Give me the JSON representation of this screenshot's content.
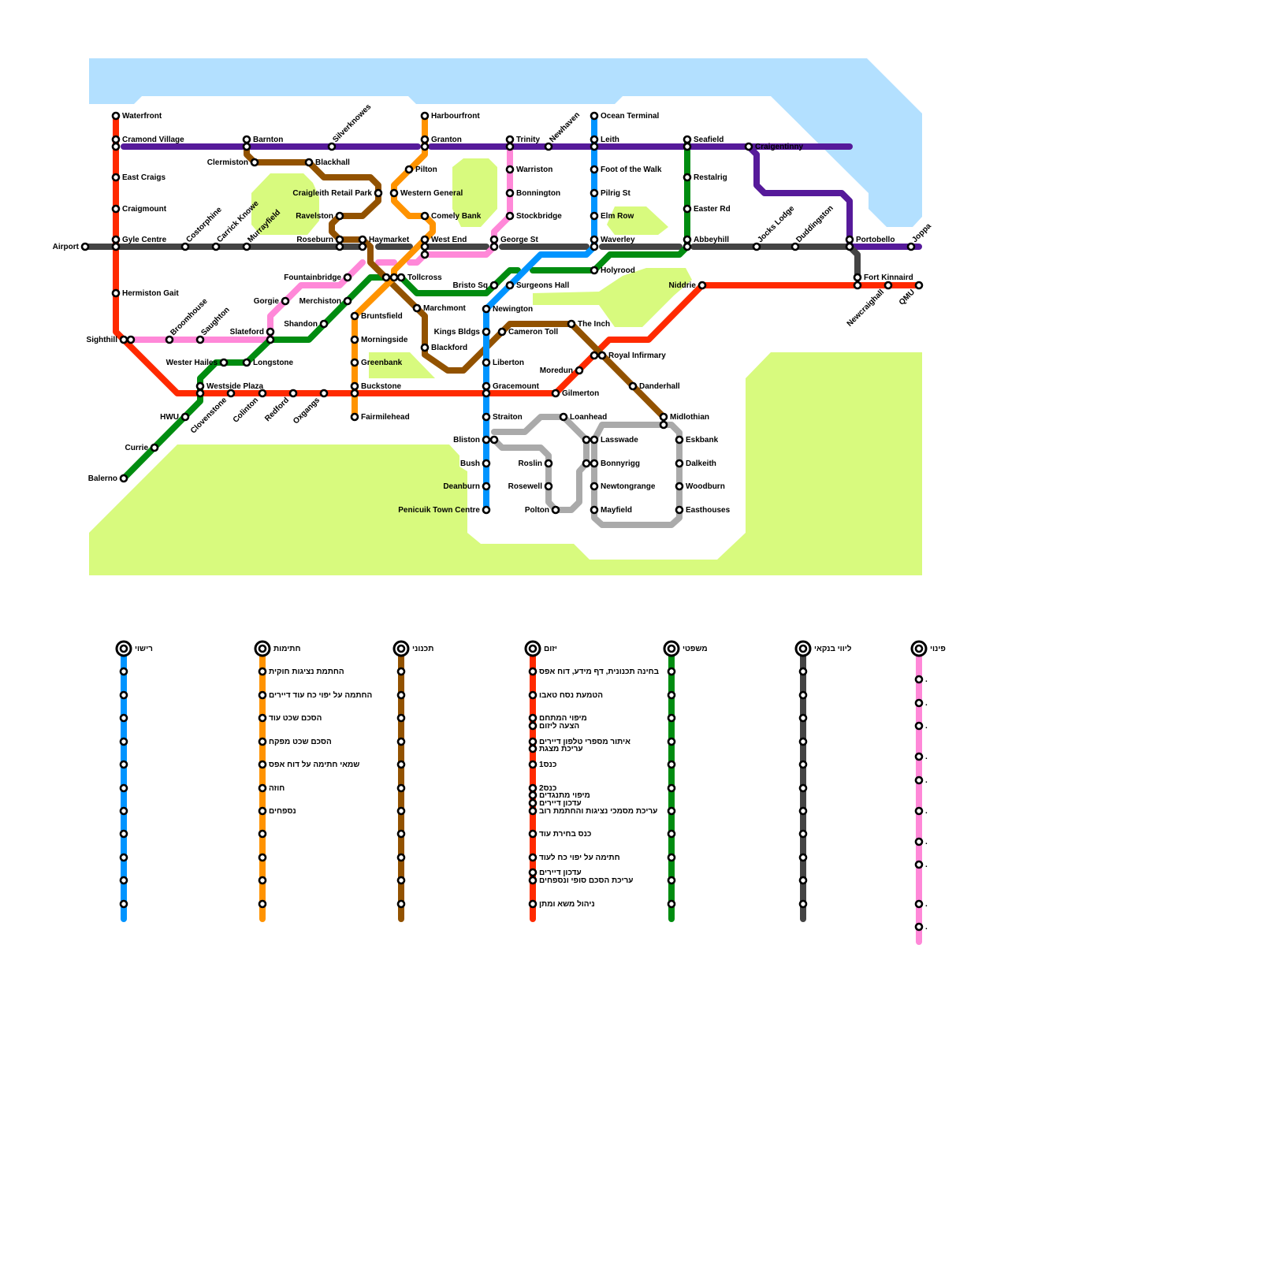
{
  "colors": {
    "water": "#b3e0ff",
    "park": "#d8fa7e",
    "red": "#ff2a00",
    "purple": "#561a9a",
    "dark": "#444444",
    "pink": "#ff88d8",
    "green": "#008c10",
    "brown": "#925200",
    "orange": "#ff9300",
    "blue": "#0094ff",
    "grey": "#aaaaaa"
  },
  "stations": {
    "waterfront": "Waterfront",
    "cramond": "Cramond Village",
    "east_craigs": "East Craigs",
    "craigmount": "Craigmount",
    "gyle": "Gyle Centre",
    "airport": "Airport",
    "hermiston": "Hermiston Gait",
    "sighthill": "Sighthill",
    "broomhouse": "Broomhouse",
    "saughton": "Saughton",
    "costorphine": "Costorphine",
    "carrick": "Carrick Knowe",
    "murrayfield": "Murrayfield",
    "barnton": "Barnton",
    "clermiston": "Clermiston",
    "blackhall": "Blackhall",
    "silverknowes": "Silverknowes",
    "craigleith": "Craigleith Retail Park",
    "ravelston": "Ravelston",
    "roseburn": "Roseburn",
    "haymarket": "Haymarket",
    "fountainbridge": "Fountainbridge",
    "gorgie": "Gorgie",
    "merchiston": "Merchiston",
    "shandon": "Shandon",
    "slateford": "Slateford",
    "wester_hailes": "Wester Hailes",
    "longstone": "Longstone",
    "westside": "Westside Plaza",
    "hwu": "HWU",
    "currie": "Currie",
    "balerno": "Balerno",
    "clovenstone": "Clovenstone",
    "colinton": "Colinton",
    "redford": "Redford",
    "oxgangs": "Oxgangs",
    "tollcross": "Tollcross",
    "bruntsfield": "Bruntsfield",
    "morningside": "Morningside",
    "greenbank": "Greenbank",
    "buckstone": "Buckstone",
    "fairmilehead": "Fairmilehead",
    "harbourfront": "Harbourfront",
    "granton": "Granton",
    "pilton": "Pilton",
    "western_general": "Western General",
    "comely": "Comely Bank",
    "west_end": "West End",
    "marchmont": "Marchmont",
    "blackford": "Blackford",
    "trinity": "Trinity",
    "newhaven": "Newhaven",
    "warriston": "Warriston",
    "bonnington": "Bonnington",
    "stockbridge": "Stockbridge",
    "george_st": "George St",
    "bristo": "Bristo Sq",
    "surgeons": "Surgeons Hall",
    "newington": "Newington",
    "kings": "Kings Bldgs",
    "cameron": "Cameron Toll",
    "liberton": "Liberton",
    "gracemount": "Gracemount",
    "straiton": "Straiton",
    "bliston": "Bliston",
    "bush": "Bush",
    "deanburn": "Deanburn",
    "penicuik": "Penicuik Town Centre",
    "ocean": "Ocean Terminal",
    "leith": "Leith",
    "fotw": "Foot of the Walk",
    "pilrig": "Pilrig St",
    "elm": "Elm Row",
    "waverley": "Waverley",
    "holyrood": "Holyrood",
    "the_inch": "The Inch",
    "moredun": "Moredun",
    "royal": "Royal Infirmary",
    "gilmerton": "Gilmerton",
    "danderhall": "Danderhall",
    "loanhead": "Loanhead",
    "lasswade": "Lasswade",
    "bonnyrigg": "Bonnyrigg",
    "roslin": "Roslin",
    "rosewell": "Rosewell",
    "polton": "Polton",
    "newtongrange": "Newtongrange",
    "mayfield": "Mayfield",
    "midlothian": "Midlothian",
    "eskbank": "Eskbank",
    "dalkeith": "Dalkeith",
    "woodburn": "Woodburn",
    "easthouses": "Easthouses",
    "niddrie": "Niddrie",
    "seafield": "Seafield",
    "restalrig": "Restalrig",
    "easter_rd": "Easter Rd",
    "abbeyhill": "Abbeyhill",
    "craigentinny": "Craigentinny",
    "jocks": "Jocks Lodge",
    "duddingston": "Duddingston",
    "portobello": "Portobello",
    "joppa": "Joppa",
    "fort_kinnaird": "Fort Kinnaird",
    "newcraighall": "Newcraighall",
    "qmu": "QMU"
  },
  "legend": [
    {
      "title": "רישוי",
      "color": "blue",
      "items": [
        "",
        "",
        "",
        "",
        "",
        "",
        "",
        "",
        "",
        "",
        ""
      ]
    },
    {
      "title": "חתימות",
      "color": "orange",
      "items": [
        "החתמת נציגות חוקית",
        "החתמה על יפוי כח עוד דיירים",
        "הסכם שכט עוד",
        "הסכם שכט מפקח",
        "שמאי חתימה על דוח אפס",
        "חוזה",
        "נספחים",
        "",
        "",
        "",
        ""
      ]
    },
    {
      "title": "תכנוני",
      "color": "brown",
      "items": [
        "",
        "",
        "",
        "",
        "",
        "",
        "",
        "",
        "",
        "",
        ""
      ]
    },
    {
      "title": "יזום",
      "color": "red",
      "items": [
        "בחינה תכנונית, דף מידע, דוח אפס",
        "הטמעת נסח טאבו",
        "מיפוי המתחם",
        "הצעה ליזום",
        "איתור מספרי טלפון דיירים",
        "עריכת מצגת",
        "כנס1",
        "כנס2",
        "מיפוי מתנגדים",
        "עדכון דיירים",
        "עריכת מסמכי נציגות והחתמת רוב",
        "כנס בחירת עוד",
        "חתימה על יפוי כח לעוד",
        "עדכון דיירים",
        "עריכת הסכם סופי ונספחים",
        "ניהול משא ומתן"
      ]
    },
    {
      "title": "משפטי",
      "color": "green",
      "items": [
        "",
        "",
        "",
        "",
        "",
        "",
        "",
        "",
        "",
        "",
        ""
      ]
    },
    {
      "title": "ליווי בנקאי",
      "color": "dark",
      "items": [
        "",
        "",
        "",
        "",
        "",
        "",
        "",
        "",
        "",
        "",
        ""
      ]
    },
    {
      "title": "פינוי",
      "color": "pink",
      "items": [
        ".",
        ".",
        ".",
        ".",
        ".",
        ".",
        ".",
        ".",
        ".",
        "."
      ]
    }
  ]
}
